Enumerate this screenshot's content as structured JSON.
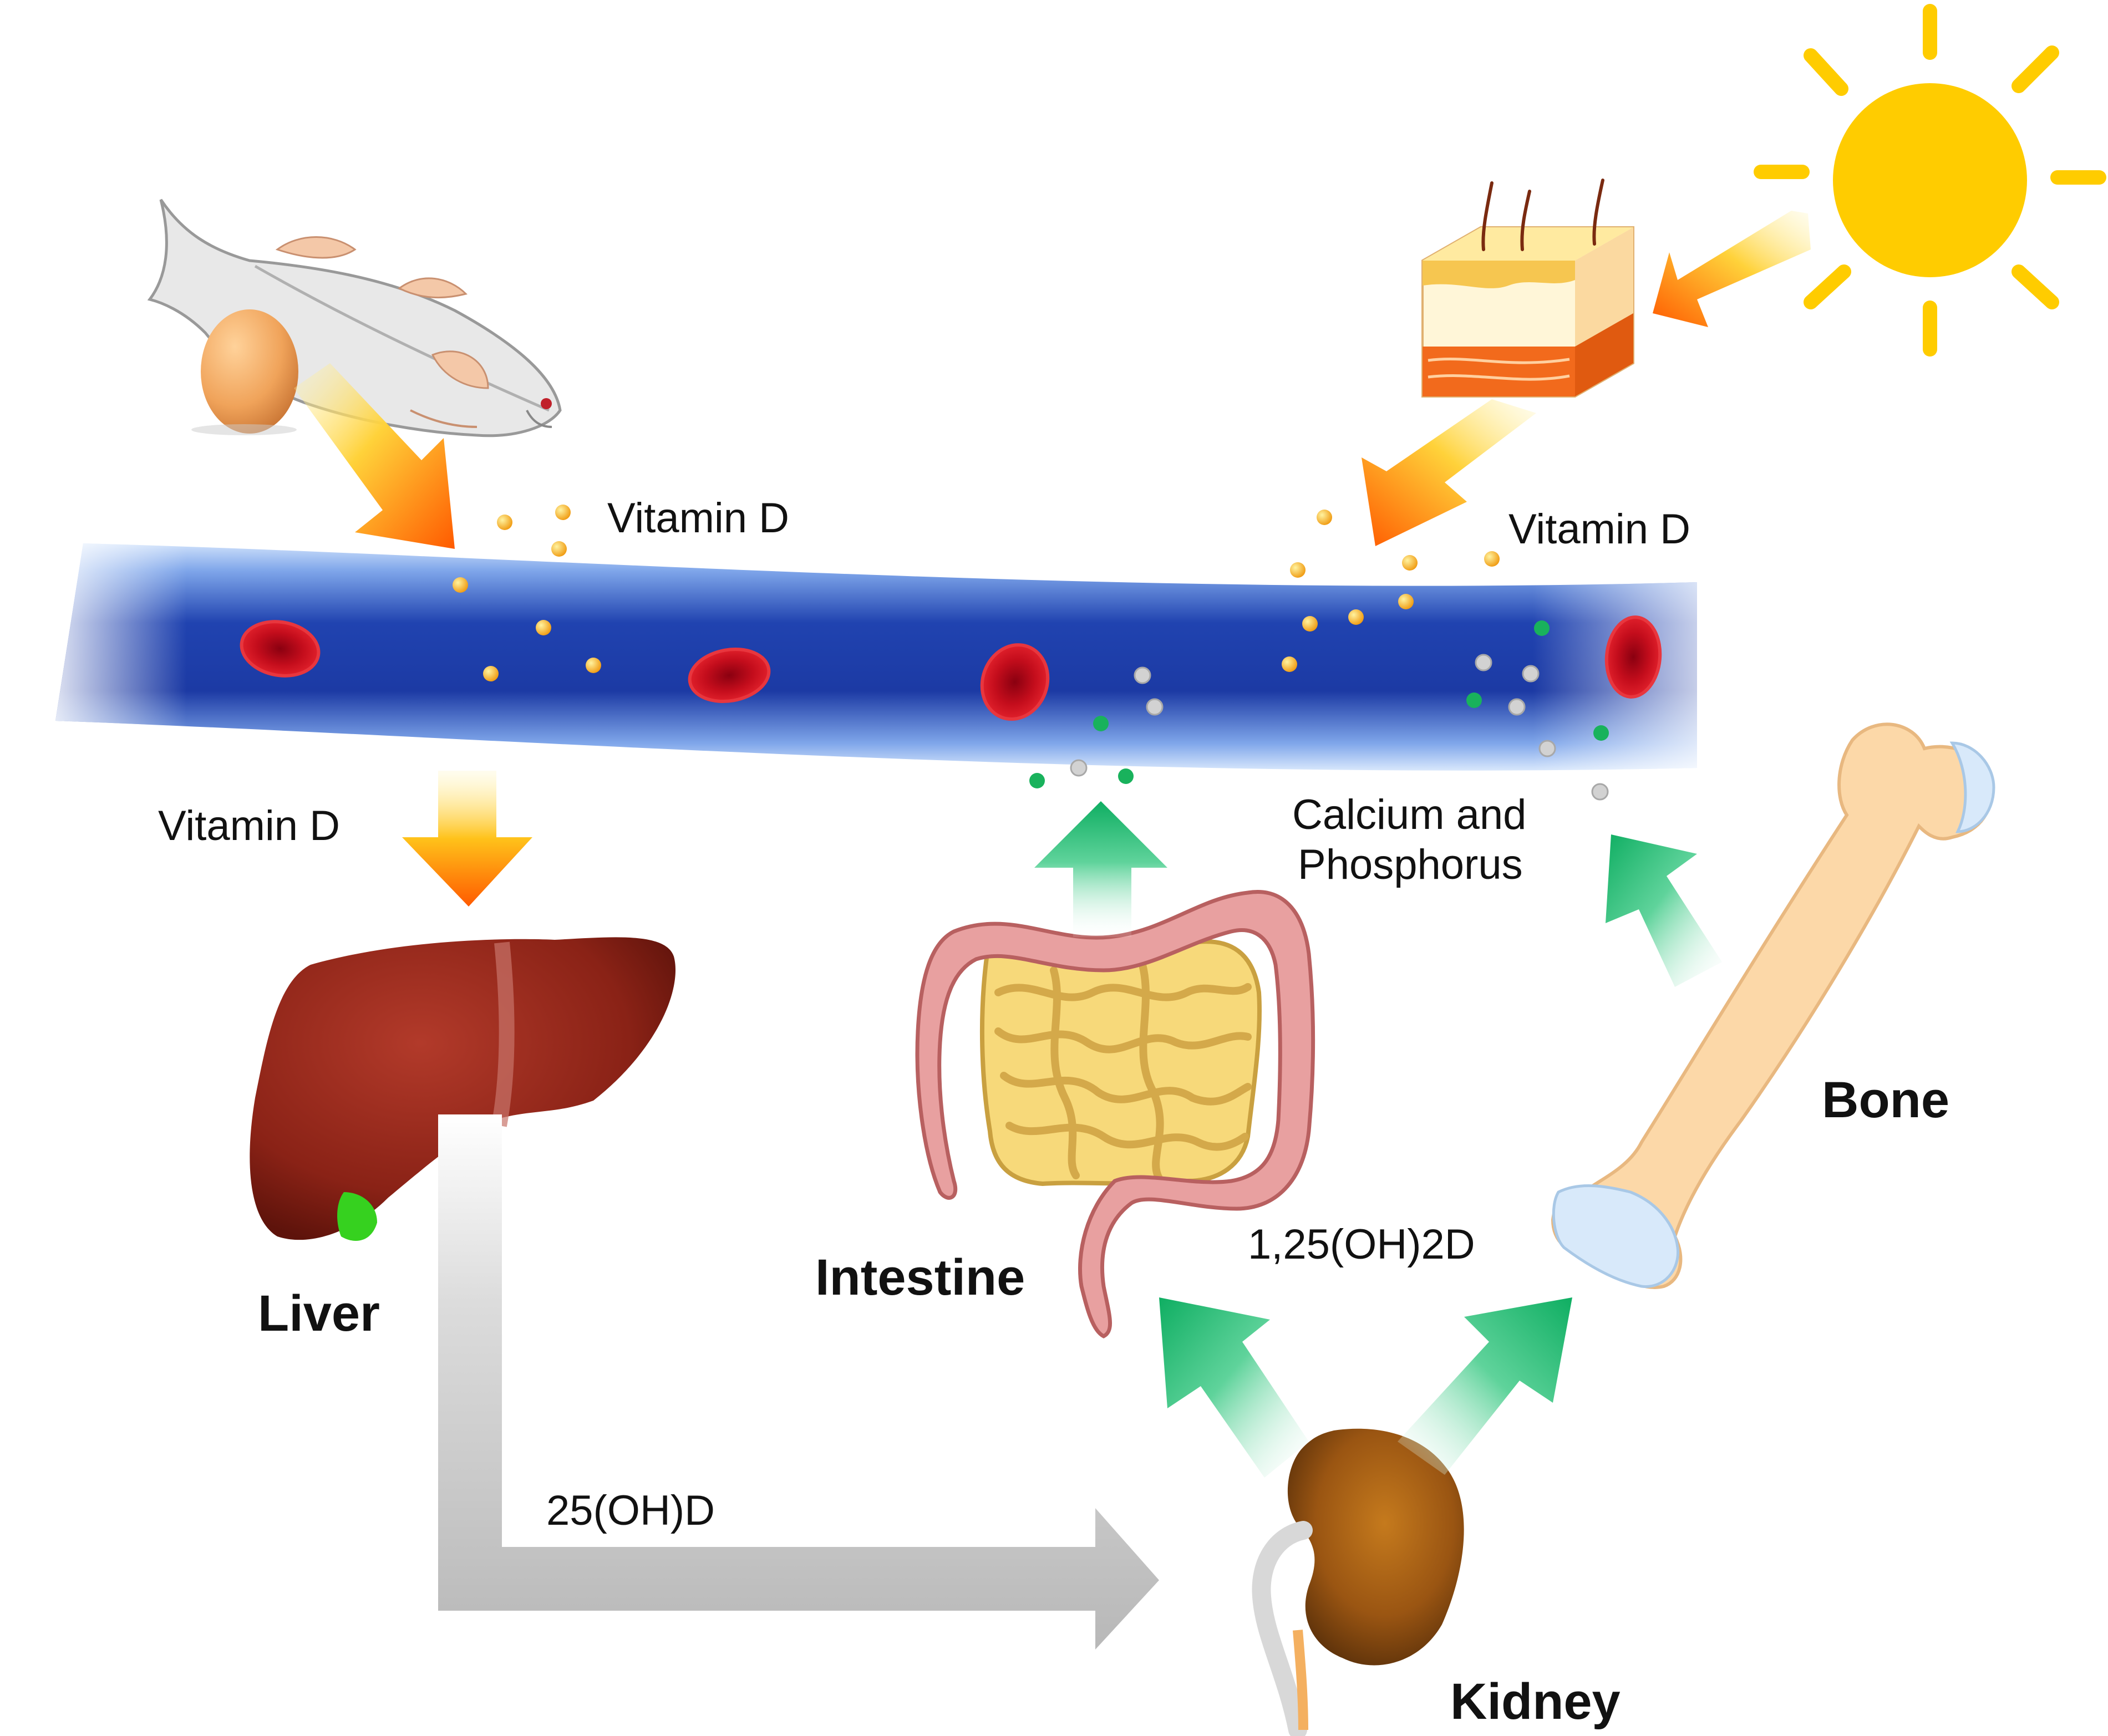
{
  "labels": {
    "vitamin_d_food": "Vitamin D",
    "vitamin_d_skin": "Vitamin D",
    "vitamin_d_liver": "Vitamin D",
    "calcium_line1": "Calcium and",
    "calcium_line2": "Phosphorus",
    "liver": "Liver",
    "intestine": "Intestine",
    "bone": "Bone",
    "kidney": "Kidney",
    "metabolite_25": "25(OH)D",
    "metabolite_125": "1,25(OH)2D"
  },
  "colors": {
    "vessel": "#1f3ea8",
    "blood_cell": "#c8101e",
    "vitamin_particle": "#f4a81a",
    "calcium_particle": "#c8c8c8",
    "phosphorus_particle": "#19b25c",
    "sun": "#ffcc00",
    "orange_arrow": "#ff8c00",
    "green_arrow": "#13b56a",
    "gray_arrow": "#b9b9b9",
    "liver": "#8e2418",
    "kidney": "#8a4a10",
    "intestine_small": "#f7d97a",
    "intestine_large": "#e8a0a0",
    "bone": "#fcd8a8"
  }
}
